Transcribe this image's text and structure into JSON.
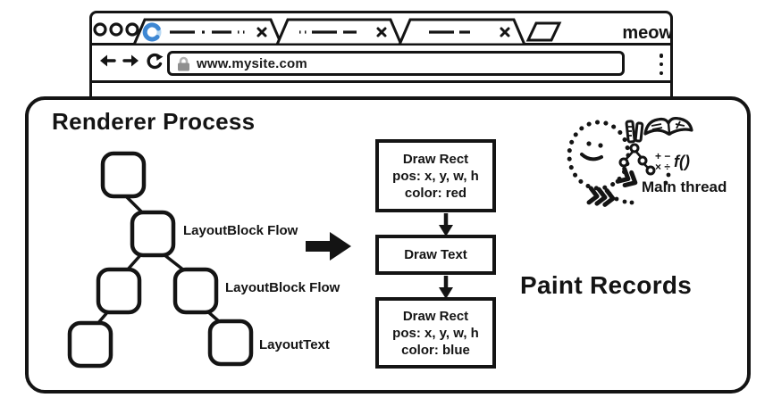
{
  "browser": {
    "brand": "meow",
    "address": {
      "url": "www.mysite.com"
    },
    "tabs": [
      {
        "state": "loading"
      },
      {
        "state": "idle"
      },
      {
        "state": "idle"
      }
    ]
  },
  "renderer": {
    "title": "Renderer Process",
    "tree_labels": [
      "LayoutBlock Flow",
      "LayoutBlock Flow",
      "LayoutText"
    ],
    "paint": {
      "heading": "Paint Records",
      "box1": [
        "Draw Rect",
        "pos: x, y, w, h",
        "color: red"
      ],
      "box2": [
        "Draw Text"
      ],
      "box3": [
        "Draw Rect",
        "pos: x, y, w, h",
        "color: blue"
      ]
    },
    "main_thread": {
      "label": "Main thread",
      "math_top": "+ −",
      "math_bottom": "× ÷",
      "fn": "f()"
    }
  },
  "colors": {
    "ink": "#141414",
    "spinner_blue": "#3e87d3",
    "spinner_light": "#b8d9f4",
    "lock_gray": "#8f8f8f"
  }
}
